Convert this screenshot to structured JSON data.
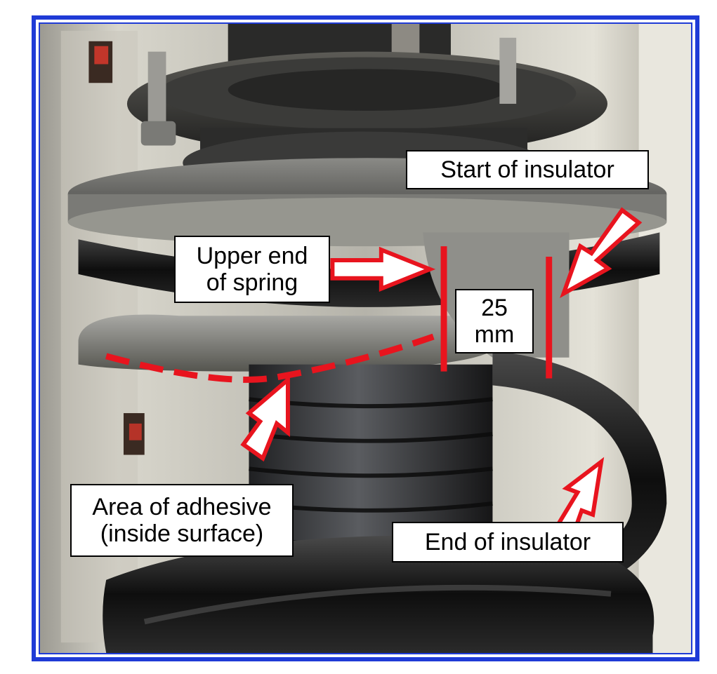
{
  "labels": {
    "start_of_insulator": "Start of insulator",
    "upper_end_of_spring": "Upper end\nof spring",
    "gap": "25\nmm",
    "area_of_adhesive": "Area of adhesive\n(inside surface)",
    "end_of_insulator": "End of insulator"
  },
  "colors": {
    "frame": "#1f3bd6",
    "annotation": "#e8141e",
    "label_background": "#ffffff"
  }
}
